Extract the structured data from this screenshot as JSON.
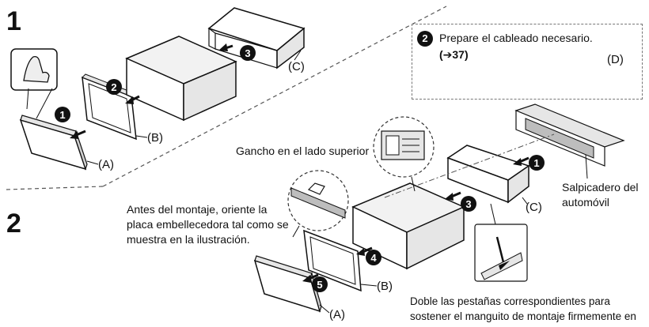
{
  "steps": [
    "1",
    "2"
  ],
  "parts": {
    "a": "(A)",
    "b": "(B)",
    "c": "(C)",
    "d": "(D)"
  },
  "markers": [
    "1",
    "2",
    "3",
    "4",
    "5"
  ],
  "callout": {
    "marker": "2",
    "text": "Prepare el cableado necesario.",
    "ref": "(➔37)"
  },
  "labels": {
    "hook": "Gancho en el lado superior",
    "dashboard": "Salpicadero del automóvil",
    "orient": "Antes del montaje, oriente la placa embellecedora tal como se muestra en la ilustración.",
    "tabs": "Doble las pestañas correspondientes para sostener el manguito de montaje firmemente en posición."
  },
  "colors": {
    "ink": "#111111",
    "fill": "#ffffff",
    "shade": "#e6e6e6",
    "dark": "#bdbdbd"
  }
}
